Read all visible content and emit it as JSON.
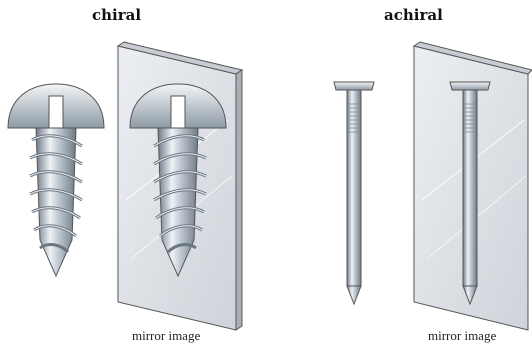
{
  "panels": [
    {
      "heading": "chiral",
      "caption": "mirror image",
      "object": "screw-icon"
    },
    {
      "heading": "achiral",
      "caption": "mirror image",
      "object": "nail-icon"
    }
  ],
  "colors": {
    "mirror_face": "#dfe3e8",
    "mirror_edge": "#b9bec5",
    "metal_light": "#dfe6ec",
    "metal_dark": "#7f8b96"
  }
}
